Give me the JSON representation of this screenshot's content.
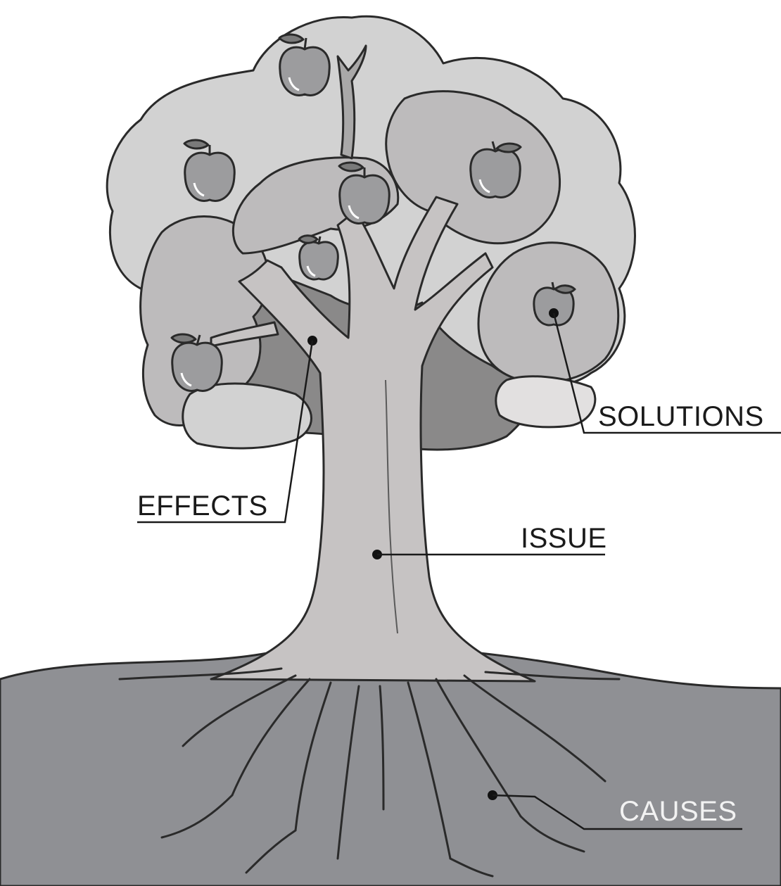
{
  "diagram": {
    "labels": {
      "solutions": "SOLUTIONS",
      "effects": "EFFECTS",
      "issue": "ISSUE",
      "causes": "CAUSES"
    },
    "colors": {
      "ground": "#8f9094",
      "canopy_light": "#d2d2d2",
      "canopy_mid": "#bdbbbc",
      "canopy_dark": "#8a8989",
      "trunk": "#c6c3c3",
      "apple": "#9c9c9e",
      "outline": "#2a2a2a"
    },
    "icons": [
      "tree-icon",
      "apple-icon",
      "leaf-icon",
      "root-icon",
      "pointer-dot-icon"
    ]
  }
}
